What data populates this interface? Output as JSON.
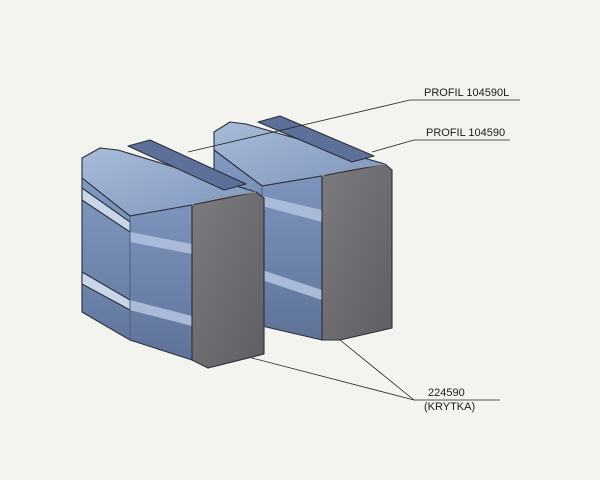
{
  "labels": {
    "profile_left": "PROFIL 104590L",
    "profile_right": "PROFIL 104590",
    "cap_code": "224590",
    "cap_name": "(KRYTKA)"
  },
  "colors": {
    "background": "#f3f3ef",
    "profile_top": "#8ea4c6",
    "profile_side": "#7388b2",
    "profile_shadow": "#5c6f98",
    "cap_face": "#6e6e72",
    "cap_edge": "#55555a"
  }
}
